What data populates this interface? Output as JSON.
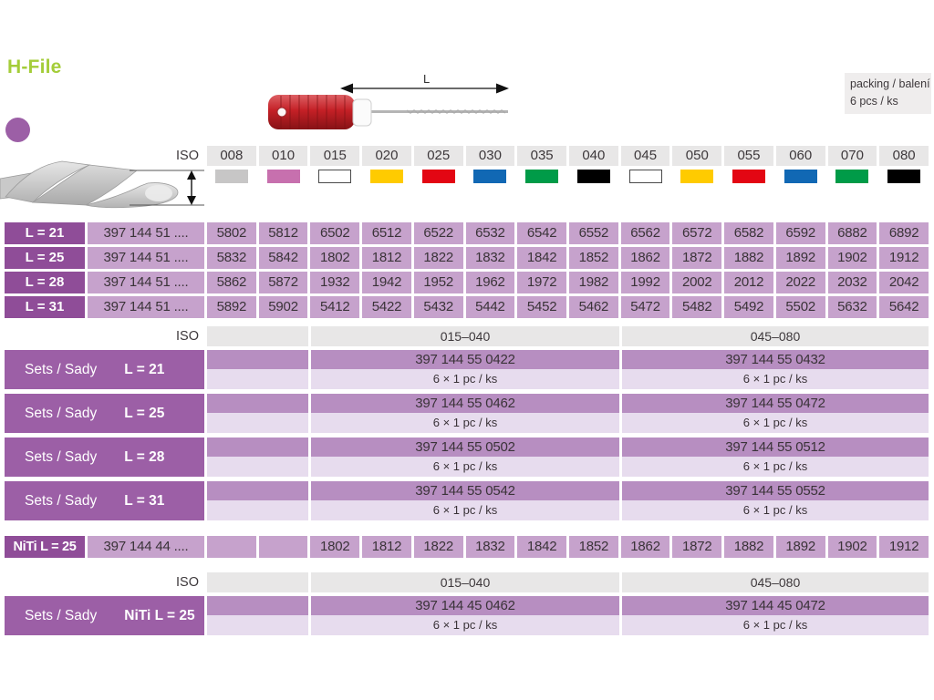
{
  "page": {
    "title": "H-File",
    "length_label": "L",
    "iso_label": "ISO",
    "packing": {
      "line1": "packing / balení",
      "line2": "6 pcs / ks"
    }
  },
  "colors": {
    "title_green": "#a4cd39",
    "accent_purple": "#9c5fa6",
    "label_purple": "#8f4d98",
    "cell_purple": "#c6a2cc",
    "sets_code_purple": "#b78ec1",
    "sets_qty_purple": "#e7dcee",
    "header_gray": "#e8e7e7",
    "handle_red": "#c42026"
  },
  "iso_sizes": [
    {
      "code": "008",
      "color": "#c7c6c6",
      "border": "1px solid transparent"
    },
    {
      "code": "010",
      "color": "#c770ae",
      "border": "1px solid transparent"
    },
    {
      "code": "015",
      "color": "#ffffff",
      "border": "1px solid #4a4a4a"
    },
    {
      "code": "020",
      "color": "#ffcb00",
      "border": "1px solid transparent"
    },
    {
      "code": "025",
      "color": "#e30613",
      "border": "1px solid transparent"
    },
    {
      "code": "030",
      "color": "#1168b4",
      "border": "1px solid transparent"
    },
    {
      "code": "035",
      "color": "#009b48",
      "border": "1px solid transparent"
    },
    {
      "code": "040",
      "color": "#000000",
      "border": "1px solid transparent"
    },
    {
      "code": "045",
      "color": "#ffffff",
      "border": "1px solid #4a4a4a"
    },
    {
      "code": "050",
      "color": "#ffcb00",
      "border": "1px solid transparent"
    },
    {
      "code": "055",
      "color": "#e30613",
      "border": "1px solid transparent"
    },
    {
      "code": "060",
      "color": "#1168b4",
      "border": "1px solid transparent"
    },
    {
      "code": "070",
      "color": "#009b48",
      "border": "1px solid transparent"
    },
    {
      "code": "080",
      "color": "#000000",
      "border": "1px solid transparent"
    }
  ],
  "main_table": {
    "rows": [
      {
        "label": "L = 21",
        "catalog": "397 144 51 ....",
        "values": [
          "5802",
          "5812",
          "6502",
          "6512",
          "6522",
          "6532",
          "6542",
          "6552",
          "6562",
          "6572",
          "6582",
          "6592",
          "6882",
          "6892"
        ]
      },
      {
        "label": "L = 25",
        "catalog": "397 144 51 ....",
        "values": [
          "5832",
          "5842",
          "1802",
          "1812",
          "1822",
          "1832",
          "1842",
          "1852",
          "1862",
          "1872",
          "1882",
          "1892",
          "1902",
          "1912"
        ]
      },
      {
        "label": "L = 28",
        "catalog": "397 144 51 ....",
        "values": [
          "5862",
          "5872",
          "1932",
          "1942",
          "1952",
          "1962",
          "1972",
          "1982",
          "1992",
          "2002",
          "2012",
          "2022",
          "2032",
          "2042"
        ]
      },
      {
        "label": "L = 31",
        "catalog": "397 144 51 ....",
        "values": [
          "5892",
          "5902",
          "5412",
          "5422",
          "5432",
          "5442",
          "5452",
          "5462",
          "5472",
          "5482",
          "5492",
          "5502",
          "5632",
          "5642"
        ]
      }
    ]
  },
  "sets_table": {
    "iso_label": "ISO",
    "range_headers": [
      "015–040",
      "045–080"
    ],
    "rows": [
      {
        "label": "Sets / Sady",
        "sublabel": "L = 21",
        "range1": {
          "code": "397 144 55 0422",
          "qty": "6 × 1 pc / ks"
        },
        "range2": {
          "code": "397 144 55 0432",
          "qty": "6 × 1 pc / ks"
        }
      },
      {
        "label": "Sets / Sady",
        "sublabel": "L = 25",
        "range1": {
          "code": "397 144 55 0462",
          "qty": "6 × 1 pc / ks"
        },
        "range2": {
          "code": "397 144 55 0472",
          "qty": "6 × 1 pc / ks"
        }
      },
      {
        "label": "Sets / Sady",
        "sublabel": "L = 28",
        "range1": {
          "code": "397 144 55 0502",
          "qty": "6 × 1 pc / ks"
        },
        "range2": {
          "code": "397 144 55 0512",
          "qty": "6 × 1 pc / ks"
        }
      },
      {
        "label": "Sets / Sady",
        "sublabel": "L = 31",
        "range1": {
          "code": "397 144 55 0542",
          "qty": "6 × 1 pc / ks"
        },
        "range2": {
          "code": "397 144 55 0552",
          "qty": "6 × 1 pc / ks"
        }
      }
    ]
  },
  "niti_table": {
    "row": {
      "label": "NiTi L = 25",
      "catalog": "397 144 44 ....",
      "values": [
        "",
        "",
        "1802",
        "1812",
        "1822",
        "1832",
        "1842",
        "1852",
        "1862",
        "1872",
        "1882",
        "1892",
        "1902",
        "1912"
      ]
    }
  },
  "niti_sets_table": {
    "iso_label": "ISO",
    "range_headers": [
      "015–040",
      "045–080"
    ],
    "rows": [
      {
        "label": "Sets / Sady",
        "sublabel": "NiTi L = 25",
        "range1": {
          "code": "397 144 45 0462",
          "qty": "6 × 1 pc / ks"
        },
        "range2": {
          "code": "397 144 45 0472",
          "qty": "6 × 1 pc / ks"
        }
      }
    ]
  }
}
